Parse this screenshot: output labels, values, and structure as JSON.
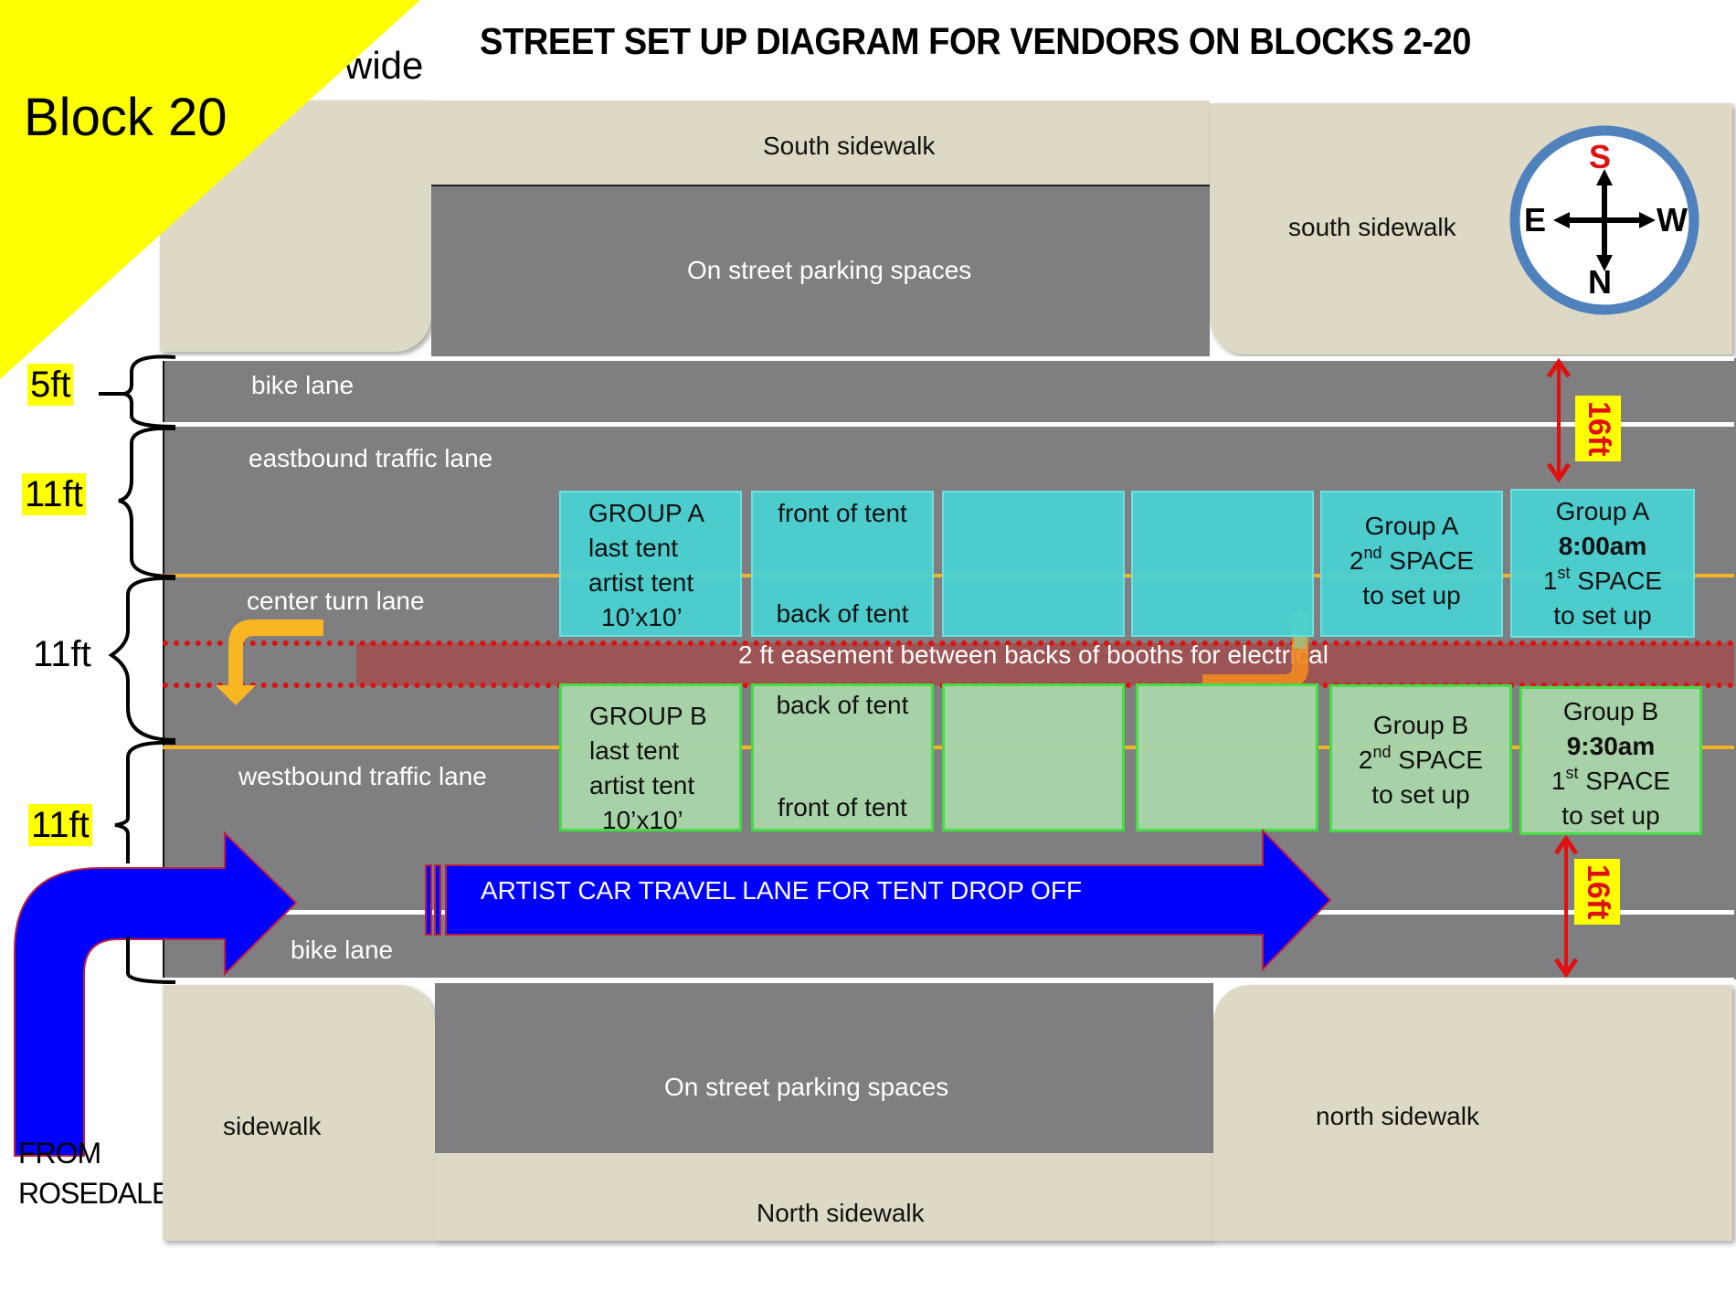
{
  "title": "STREET SET UP DIAGRAM FOR VENDORS ON BLOCKS 2-20",
  "block_label": "Block 20",
  "partial_text_wide": "wide",
  "compass": {
    "north": "N",
    "south": "S",
    "east": "E",
    "west": "W",
    "colors": {
      "ring": "#4f81bd",
      "south_label": "#e01010",
      "other_labels": "#000000"
    }
  },
  "top_area": {
    "south_sidewalk_center": "South sidewalk",
    "south_sidewalk_right": "south sidewalk",
    "parking": "On street parking spaces"
  },
  "lanes": {
    "bike_lane_top": "bike lane",
    "eastbound": "eastbound traffic lane",
    "center_turn": "center turn lane",
    "westbound": "westbound traffic lane",
    "bike_lane_bottom": "bike lane"
  },
  "dimensions": {
    "bike_lane": "5ft",
    "eastbound": "11ft",
    "center": "11ft",
    "westbound": "11ft",
    "clearance_top": "16ft",
    "clearance_bottom": "16ft"
  },
  "easement_text": "2 ft easement between backs of booths for electrical",
  "group_a_tents": [
    {
      "lines": [
        "GROUP A",
        "last tent",
        "artist tent",
        "10’x10’"
      ]
    },
    {
      "top": "front of tent",
      "bottom": "back of tent"
    },
    {
      "lines": []
    },
    {
      "lines": []
    },
    {
      "line1": "Group A",
      "ord_num": "2",
      "ord_sup": "nd",
      "ord_rest": " SPACE",
      "line3": "to set up"
    },
    {
      "line1": "Group A",
      "time": "8:00am",
      "ord_num": "1",
      "ord_sup": "st",
      "ord_rest": " SPACE",
      "line4": "to set up"
    }
  ],
  "group_b_tents": [
    {
      "lines": [
        "GROUP B",
        "last tent",
        "artist tent",
        "10’x10’"
      ]
    },
    {
      "top": "back of tent",
      "bottom": "front of tent"
    },
    {
      "lines": []
    },
    {
      "lines": []
    },
    {
      "line1": "Group B",
      "ord_num": "2",
      "ord_sup": "nd",
      "ord_rest": " SPACE",
      "line3": "to set up"
    },
    {
      "line1": "Group B",
      "time": "9:30am",
      "ord_num": "1",
      "ord_sup": "st",
      "ord_rest": " SPACE",
      "line4": "to set up"
    }
  ],
  "artist_lane_text": "ARTIST CAR TRAVEL LANE FOR TENT DROP OFF",
  "from_label": [
    "FROM",
    "ROSEDALE"
  ],
  "bottom_area": {
    "sidewalk_left": "sidewalk",
    "parking": "On street parking spaces",
    "north_sidewalk_center": "North sidewalk",
    "north_sidewalk_right": "north sidewalk"
  },
  "colors": {
    "highlight_yellow": "#ffff00",
    "road_gray": "#7f7e80",
    "sidewalk_beige": "#ddd9c4",
    "group_a_teal": "#4ad1d1",
    "group_b_green": "#a8d4a8",
    "arrow_blue": "#0000ff",
    "easement_red": "#a05050",
    "dimension_red": "#e01010",
    "lane_yellow": "#f5b427"
  }
}
